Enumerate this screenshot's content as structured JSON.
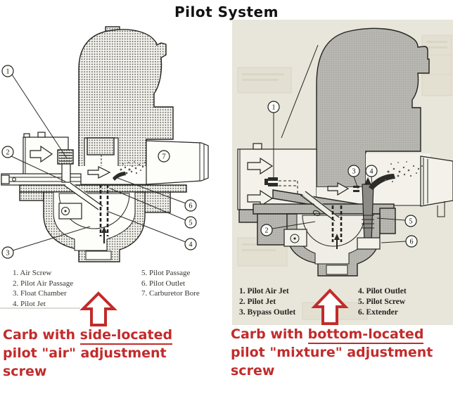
{
  "title": "Pilot System",
  "colors": {
    "red": "#c22b2b",
    "ink": "#22221f",
    "paper": "#ffffff",
    "right_bg": "#e8e5da",
    "gray_fill": "#b8b7b1"
  },
  "left_diagram": {
    "callouts": [
      "1",
      "2",
      "3",
      "4",
      "5",
      "6",
      "7"
    ],
    "legend": [
      "1.  Air Screw",
      "2.  Pilot Air Passage",
      "3.  Float Chamber",
      "4.  Pilot Jet",
      "5.  Pilot Passage",
      "6.  Pilot Outlet",
      "7.  Carburetor Bore"
    ],
    "caption": {
      "lead": "Carb with ",
      "underlined": "side-located",
      "line2": "pilot \"air\" adjustment",
      "line3": "screw"
    }
  },
  "right_diagram": {
    "callouts": [
      "1",
      "2",
      "3",
      "4",
      "5",
      "6"
    ],
    "legend": [
      "1.  Pilot Air Jet",
      "2.  Pilot Jet",
      "3.  Bypass Outlet",
      "4.  Pilot Outlet",
      "5.  Pilot Screw",
      "6.  Extender"
    ],
    "caption": {
      "lead": "Carb with ",
      "underlined": "bottom-located",
      "line2": "pilot \"mixture\" adjustment",
      "line3": "screw"
    }
  }
}
